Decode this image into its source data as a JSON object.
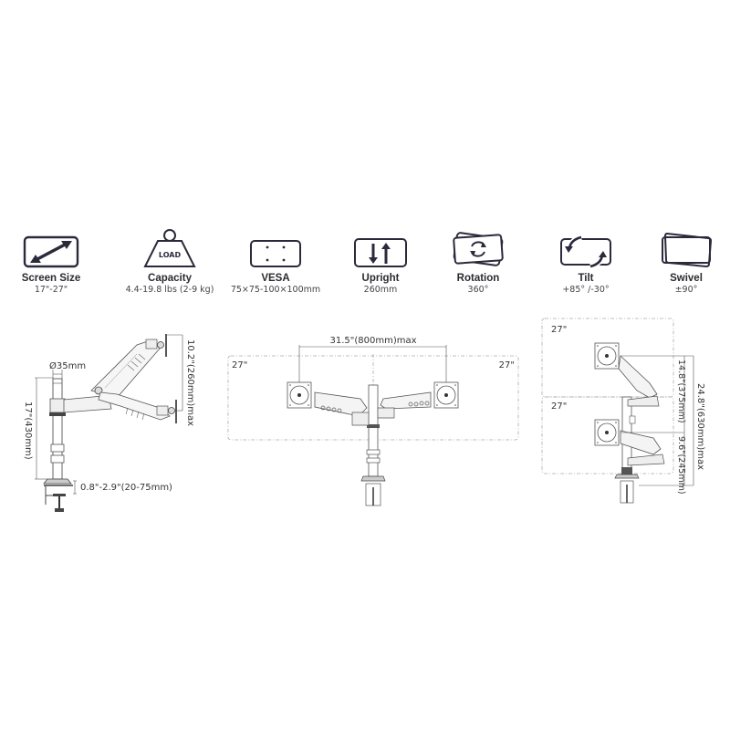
{
  "features": [
    {
      "id": "screen-size",
      "label": "Screen Size",
      "value": "17\"-27\"",
      "icon": "diagonal-double-arrow-icon"
    },
    {
      "id": "capacity",
      "label": "Capacity",
      "value": "4.4-19.8 lbs (2-9 kg)",
      "icon": "load-weight-icon",
      "icon_text": "LOAD"
    },
    {
      "id": "vesa",
      "label": "VESA",
      "value": "75×75-100×100mm",
      "icon": "vesa-holes-icon"
    },
    {
      "id": "upright",
      "label": "Upright",
      "value": "260mm",
      "icon": "up-down-arrows-icon"
    },
    {
      "id": "rotation",
      "label": "Rotation",
      "value": "360°",
      "icon": "rotate-screen-icon"
    },
    {
      "id": "tilt",
      "label": "Tilt",
      "value": "+85° /-30°",
      "icon": "tilt-screen-icon"
    },
    {
      "id": "swivel",
      "label": "Swivel",
      "value": "±90°",
      "icon": "swivel-screen-icon"
    }
  ],
  "diagrams": {
    "side_view": {
      "pole_diameter": "Ø35mm",
      "pole_height": "17\"(430mm)",
      "arm_travel": "10.2\"(260mm)max",
      "clamp_range": "0.8\"-2.9\"(20-75mm)"
    },
    "front_view": {
      "span": "31.5\"(800mm)max",
      "left_screen": "27\"",
      "right_screen": "27\""
    },
    "stacked_view": {
      "top_screen": "27\"",
      "bottom_screen": "27\"",
      "total_height": "24.8\"(630mm)max",
      "upper_offset": "14.8\"(375mm)",
      "lower_offset": "9.6\"(245mm)"
    }
  },
  "colors": {
    "icon": "#2b2a3a",
    "line": "#555555",
    "dash": "#999999"
  }
}
